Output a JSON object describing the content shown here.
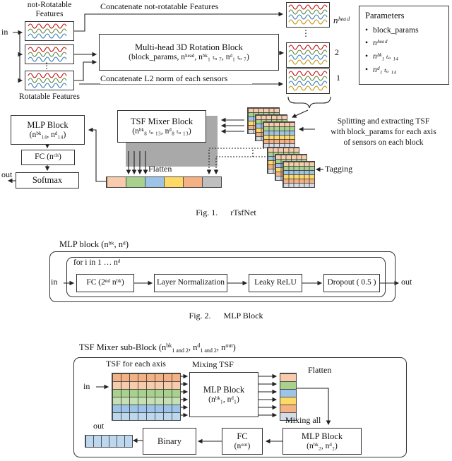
{
  "palette": {
    "salmon": "#f8cbad",
    "green": "#a9d18e",
    "blue": "#9dc3e6",
    "yellow": "#ffd966",
    "orange": "#f4b183",
    "gray": "#bfbfbf",
    "shadow_gray": "#a9a9a9",
    "light_blue": "#bdd7ee",
    "wave_colors": [
      "#c00000",
      "#538135",
      "#2e75b6",
      "#bf8f00"
    ]
  },
  "fig1": {
    "in_label": "in",
    "out_label": "out",
    "not_rotatable_label": "not-Rotatable Features",
    "rotatable_label": "Rotatable Features",
    "dots": "⋮",
    "concat_not_rotatable": "Concatenate not-rotatable Features",
    "concat_l2": "Concatenate L2 norm of each sensors",
    "multihead_title": "Multi-head 3D Rotation Block",
    "multihead_params": "(block_params, nʰᵉᵃᵈ, nᵇᵏ₁ ₜₒ ₇, nᵈ₁ ₜₒ ₇)",
    "head_label": "nʰᵉᵃᵈ",
    "head_2": "2",
    "head_1": "1",
    "parameters": {
      "title": "Parameters",
      "bullet": "•",
      "items": [
        "block_params",
        "nʰᵉᵃᵈ",
        "nᵇᵏ₁ ₜₒ ₁₄",
        "nᵈ₁ ₜₒ ₁₄"
      ]
    },
    "mlp_title": "MLP Block",
    "mlp_params": "(nᵇᵏ₁₄, nᵈ₁₄)",
    "tsf_title": "TSF Mixer Block",
    "tsf_params": "(nᵇᵏ₈ ₜₒ ₁₃, nᵈ₈ ₜₒ ₁₃)",
    "fc_label": "FC (nᶜˡˢ)",
    "softmax_label": "Softmax",
    "flatten_label": "Flatten",
    "splitting_lines": [
      "Splitting and extracting TSF",
      "with block_params for each axis",
      "of sensors on each block"
    ],
    "tagging_label": "Tagging",
    "caption_label": "Fig. 1.",
    "caption_title": "rTsfNet"
  },
  "fig2": {
    "title": "MLP block (nᵇᵏ, nᵈ)",
    "for_label": "for i in 1 … nᵈ",
    "in_label": "in",
    "out_label": "out",
    "fc_label": "FC (2ⁿᵈ nᵇᵏ)",
    "ln_label": "Layer Normalization",
    "relu_label": "Leaky ReLU",
    "dropout_label": "Dropout ( 0.5 )",
    "caption_label": "Fig. 2.",
    "caption_title": "MLP Block"
  },
  "fig3": {
    "title_parts": [
      "TSF Mixer sub-Block (n",
      "bk",
      "1 and 2",
      ", n",
      "d",
      "1 and 2",
      ", n",
      "out",
      ")"
    ],
    "tsf_axis_label": "TSF for each axis",
    "in_label": "in",
    "out_label": "out",
    "mixing_tsf_label": "Mixing TSF",
    "mlp1_title": "MLP Block",
    "mlp1_params": "(nᵇᵏ₁, nᵈ₁)",
    "flatten_label": "Flatten",
    "mixing_all_label": "Mixing all",
    "mlp2_title": "MLP Block",
    "mlp2_params": "(nᵇᵏ₂, nᵈ₂)",
    "fc_title": "FC",
    "fc_params": "(nᵒᵘᵗ)",
    "binary_label": "Binary"
  }
}
